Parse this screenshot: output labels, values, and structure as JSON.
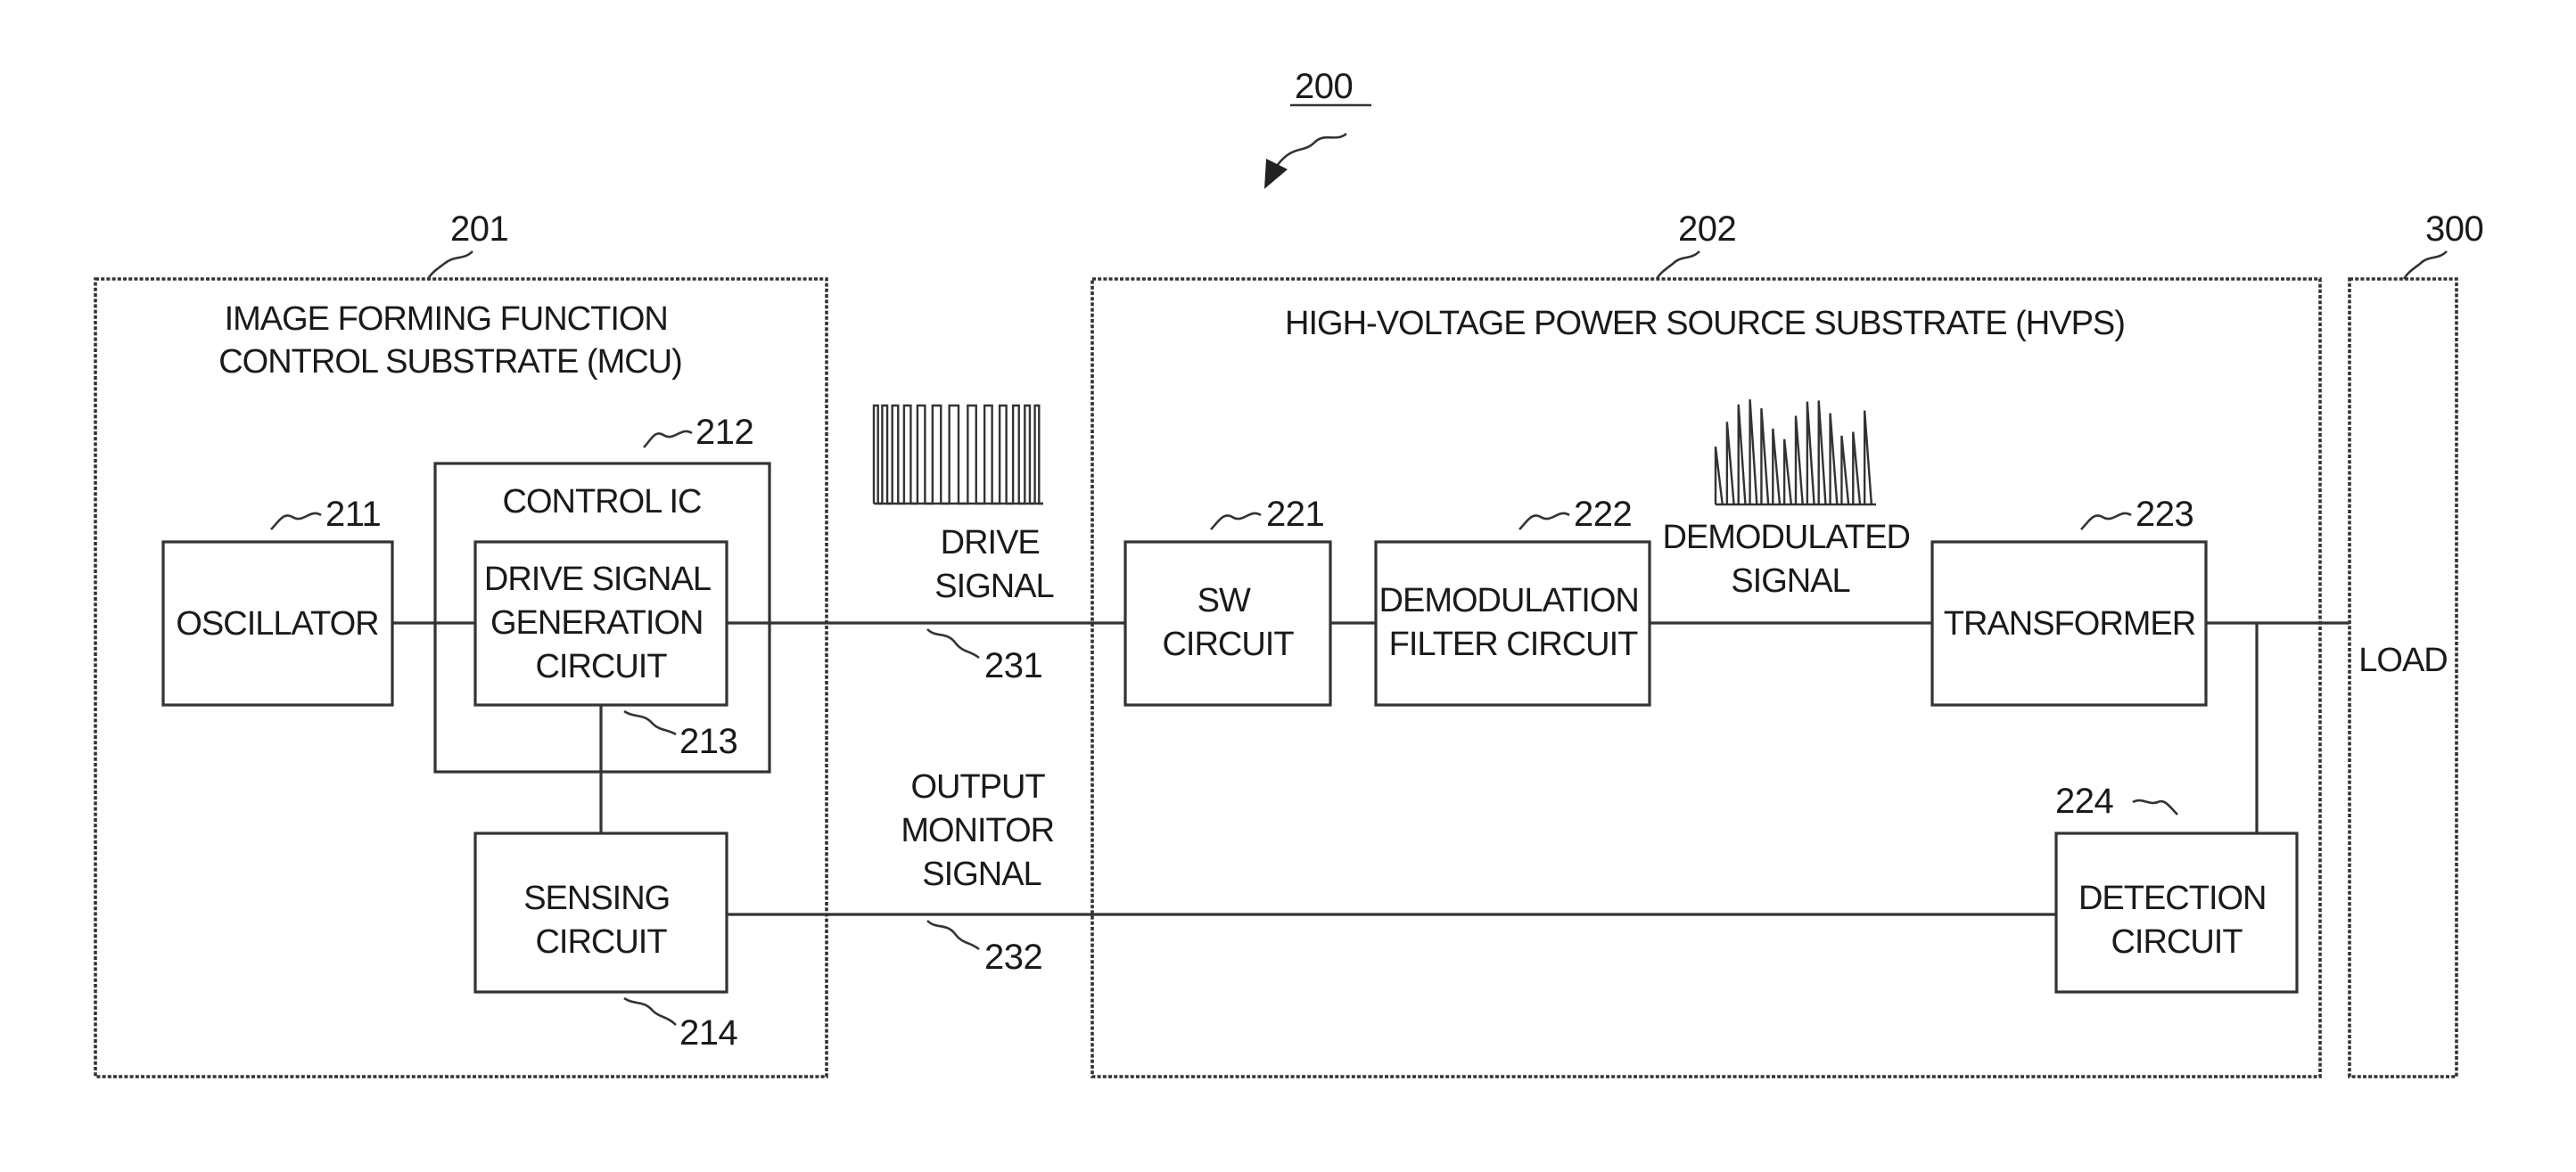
{
  "figure": {
    "number": "200",
    "substrates": [
      {
        "ref": "201",
        "title_lines": [
          "IMAGE FORMING FUNCTION",
          "CONTROL SUBSTRATE (MCU)"
        ]
      },
      {
        "ref": "202",
        "title_lines": [
          "HIGH-VOLTAGE POWER SOURCE SUBSTRATE (HVPS)"
        ]
      },
      {
        "ref": "300",
        "title_lines": [
          "LOAD"
        ]
      }
    ],
    "blocks": {
      "oscillator": {
        "ref": "211",
        "lines": [
          "OSCILLATOR"
        ]
      },
      "control_ic": {
        "ref": "212",
        "lines": [
          "CONTROL IC"
        ]
      },
      "drive_signal_gen": {
        "ref": "213",
        "lines": [
          "DRIVE SIGNAL",
          "GENERATION",
          "CIRCUIT"
        ]
      },
      "sensing": {
        "ref": "214",
        "lines": [
          "SENSING",
          "CIRCUIT"
        ]
      },
      "sw_circuit": {
        "ref": "221",
        "lines": [
          "SW",
          "CIRCUIT"
        ]
      },
      "demod_filter": {
        "ref": "222",
        "lines": [
          "DEMODULATION",
          "FILTER CIRCUIT"
        ]
      },
      "transformer": {
        "ref": "223",
        "lines": [
          "TRANSFORMER"
        ]
      },
      "detection": {
        "ref": "224",
        "lines": [
          "DETECTION",
          "CIRCUIT"
        ]
      }
    },
    "signals": {
      "drive": {
        "ref": "231",
        "lines": [
          "DRIVE",
          "SIGNAL"
        ]
      },
      "monitor": {
        "ref": "232",
        "lines": [
          "OUTPUT",
          "MONITOR",
          "SIGNAL"
        ]
      },
      "demodulated": {
        "lines": [
          "DEMODULATED",
          "SIGNAL"
        ]
      }
    }
  }
}
